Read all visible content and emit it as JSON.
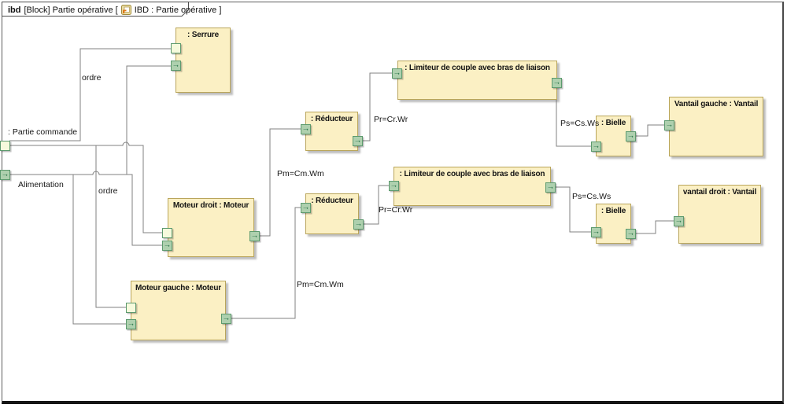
{
  "header": {
    "keyword": "ibd",
    "block_segment": "[Block] Partie opérative [",
    "diagram_segment": "IBD : Partie opérative ]",
    "icon": "ibd-diagram-icon"
  },
  "frame_ports": {
    "partie_commande_label": ": Partie commande",
    "alimentation_label": "Alimentation"
  },
  "blocks": {
    "serrure": ": Serrure",
    "moteur_droit": "Moteur droit : Moteur",
    "moteur_gauche": "Moteur gauche : Moteur",
    "reducteur_haut": ": Réducteur",
    "reducteur_bas": ": Réducteur",
    "limiteur_haut": ": Limiteur de couple avec bras de liaison",
    "limiteur_bas": ": Limiteur de couple avec bras de liaison",
    "bielle_haut": ": Bielle",
    "bielle_bas": ": Bielle",
    "vantail_gauche": "Vantail gauche : Vantail",
    "vantail_droit": "vantail droit : Vantail"
  },
  "wire_labels": {
    "ordre_serrure": "ordre",
    "ordre_moteur": "ordre",
    "pm_haut": "Pm=Cm.Wm",
    "pm_bas": "Pm=Cm.Wm",
    "pr_haut": "Pr=Cr.Wr",
    "pr_bas": "Pr=Cr.Wr",
    "ps_haut": "Ps=Cs.Ws",
    "ps_bas": "Ps=Cs.Ws"
  },
  "colors": {
    "block_fill": "#FBF0C4",
    "block_border": "#B9A55B",
    "port_flow_fill": "#AED0AE",
    "port_plain_fill": "#F6FADC",
    "port_border": "#5C9A6E",
    "flow_arrow": "#1E6B40",
    "wire": "#808080",
    "frame_border": "#5E5E5E"
  }
}
